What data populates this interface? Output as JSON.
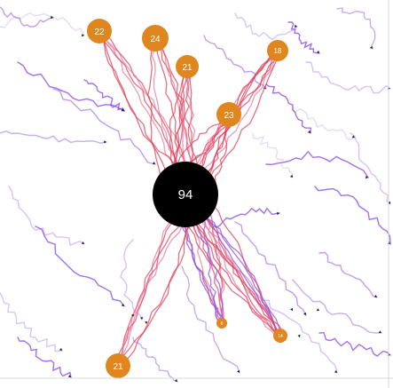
{
  "colors": {
    "background": "#ffffff",
    "hub_fill": "#000000",
    "node_fill": "#e0861f",
    "node_text": "#ffffff",
    "flow_red": "#e0405a",
    "flow_pink": "#e77aa0",
    "flow_violet": "#8a4fe6",
    "flow_lilac": "#b79be8",
    "arrow_head": "#1a1a2e"
  },
  "hub": {
    "label": "94"
  },
  "nodes": [
    {
      "label": "22"
    },
    {
      "label": "24"
    },
    {
      "label": "21"
    },
    {
      "label": "18"
    },
    {
      "label": "23"
    },
    {
      "label": "6"
    },
    {
      "label": "14"
    },
    {
      "label": "21"
    }
  ]
}
